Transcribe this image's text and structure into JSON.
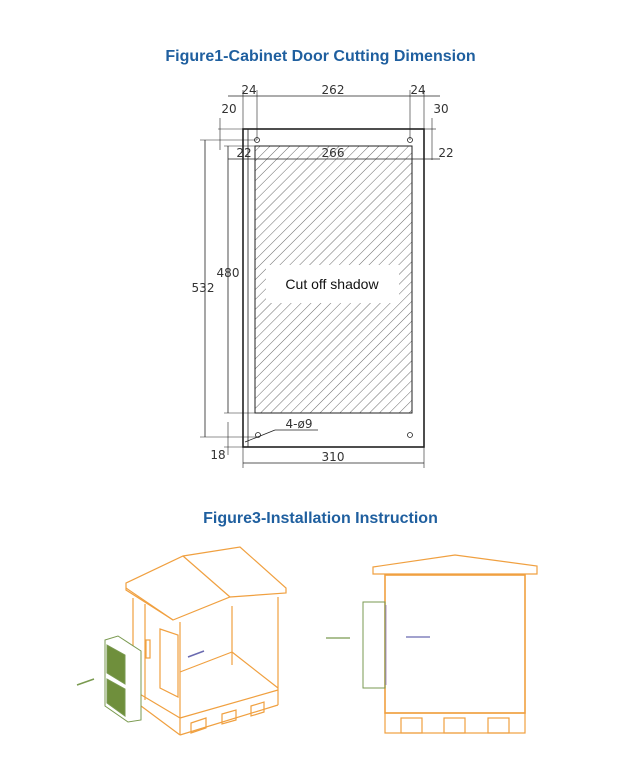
{
  "figure1": {
    "title": "Figure1-Cabinet Door Cutting Dimension",
    "dimensions": {
      "top_left_margin": "24",
      "top_span": "262",
      "top_right_margin": "24",
      "left_top_offset": "20",
      "right_top_offset": "30",
      "cut_left_margin": "22",
      "cut_width": "266",
      "cut_right_margin": "22",
      "cut_height": "480",
      "hole_span_height": "532",
      "bottom_offset": "18",
      "holes": "4-ø9",
      "overall_width": "310"
    },
    "cut_label": "Cut off shadow"
  },
  "figure3": {
    "title": "Figure3-Installation Instruction",
    "colors": {
      "cabinet": "#f0a040",
      "unit": "#7a9a50",
      "arrow_in": "#7a9a50",
      "arrow_out": "#6a6ab0"
    }
  }
}
